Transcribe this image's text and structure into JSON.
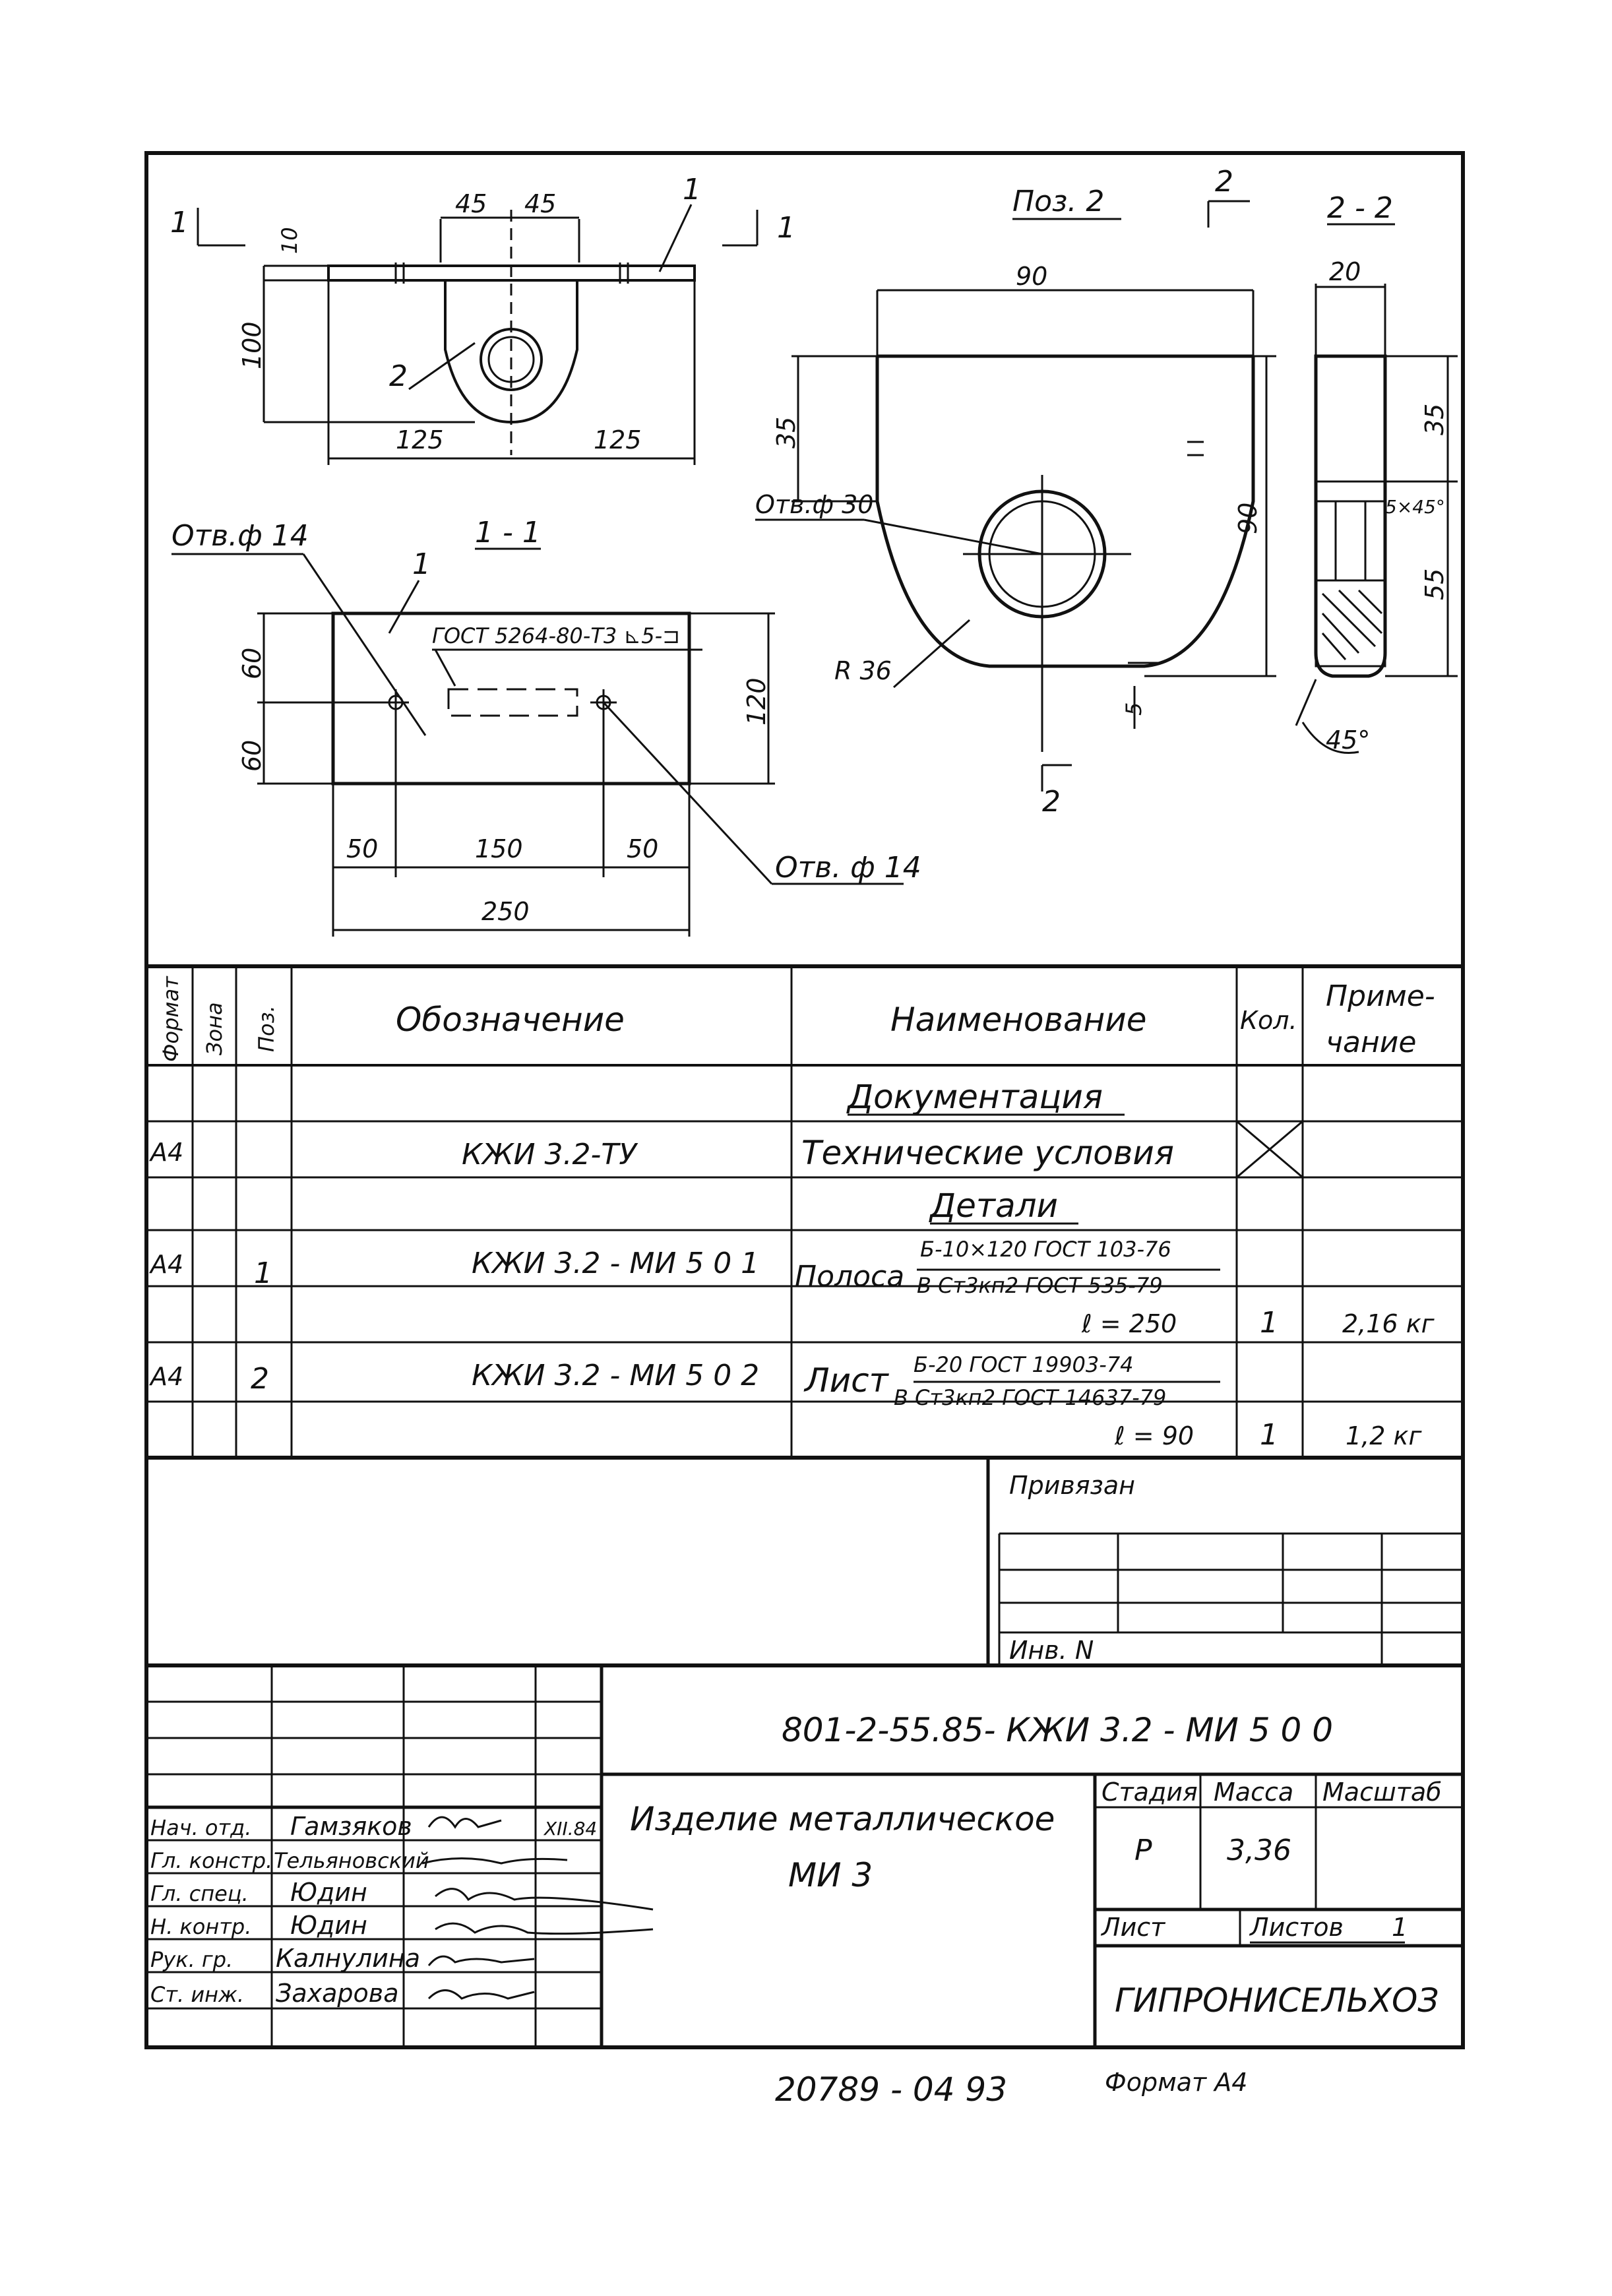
{
  "drawing": {
    "view_top": {
      "section_mark_left": "1",
      "section_mark_right": "1",
      "dim_45_left": "45",
      "dim_45_right": "45",
      "leader_1": "1",
      "dim_10": "10",
      "dim_100": "100",
      "leader_2": "2",
      "dim_125_left": "125",
      "dim_125_right": "125"
    },
    "view_pos2": {
      "title": "Поз. 2",
      "section_mark_top": "2",
      "section_mark_bottom": "2",
      "dim_90_top": "90",
      "dim_35": "35",
      "dim_90_right": "90",
      "hole_label": "Отв.ф 30",
      "radius_label": "R 36",
      "dim_5": "5"
    },
    "view_2_2": {
      "title": "2 - 2",
      "dim_20": "20",
      "dim_35": "35",
      "dim_55": "55",
      "chamfer": "5×45°",
      "angle": "45°"
    },
    "view_1_1": {
      "title": "1 - 1",
      "hole_label_top": "Отв.ф 14",
      "hole_label_bottom": "Отв. ф 14",
      "leader_1": "1",
      "weld_label": "ГОСТ 5264-80-Т3 ⊾5-⊐",
      "dim_60_top": "60",
      "dim_60_bottom": "60",
      "dim_120": "120",
      "dim_50_left": "50",
      "dim_150": "150",
      "dim_50_right": "50",
      "dim_250": "250"
    }
  },
  "spec": {
    "headers": {
      "format": "Формат",
      "zone": "Зона",
      "pos": "Поз.",
      "designation": "Обозначение",
      "name": "Наименование",
      "qty": "Кол.",
      "note_line1": "Приме-",
      "note_line2": "чание"
    },
    "section_docs": "Документация",
    "section_parts": "Детали",
    "rows": [
      {
        "format": "А4",
        "designation": "КЖИ 3.2-ТУ",
        "name": "Технические условия"
      },
      {
        "format": "А4",
        "pos": "1",
        "designation": "КЖИ 3.2 - МИ 5 0 1",
        "name": "Полоса",
        "frac_top": "Б-10×120  ГОСТ 103-76",
        "frac_bottom": "В Ст3кп2  ГОСТ 535-79",
        "length": "ℓ = 250",
        "qty": "1",
        "note": "2,16 кг"
      },
      {
        "format": "А4",
        "pos": "2",
        "designation": "КЖИ 3.2 - МИ 5 0 2",
        "name": "Лист",
        "frac_top": "Б-20  ГОСТ 19903-74",
        "frac_bottom": "В Ст3кп2  ГОСТ 14637-79",
        "length": "ℓ = 90",
        "qty": "1",
        "note": "1,2 кг"
      }
    ]
  },
  "title_block": {
    "privyazan": "Привязан",
    "inv": "Инв. N",
    "code": "801-2-55.85- КЖИ 3.2 - МИ 5 0 0",
    "title_line1": "Изделие металлическое",
    "title_line2": "МИ 3",
    "stage_label": "Стадия",
    "mass_label": "Масса",
    "scale_label": "Масштаб",
    "stage": "Р",
    "mass": "3,36",
    "sheet_label": "Лист",
    "sheets_label": "Листов",
    "sheets": "1",
    "org": "ГИПРОНИСЕЛЬХОЗ",
    "date": "XII.84",
    "staff": [
      {
        "role": "Нач. отд.",
        "name": "Гамзяков"
      },
      {
        "role": "Гл. констр.",
        "name": "Тельяновский"
      },
      {
        "role": "Гл. спец.",
        "name": "Юдин"
      },
      {
        "role": "Н. контр.",
        "name": "Юдин"
      },
      {
        "role": "Рук. гр.",
        "name": "Калнулина"
      },
      {
        "role": "Ст. инж.",
        "name": "Захарова"
      }
    ]
  },
  "footer": {
    "number": "20789 - 04   93",
    "format": "Формат А4"
  }
}
